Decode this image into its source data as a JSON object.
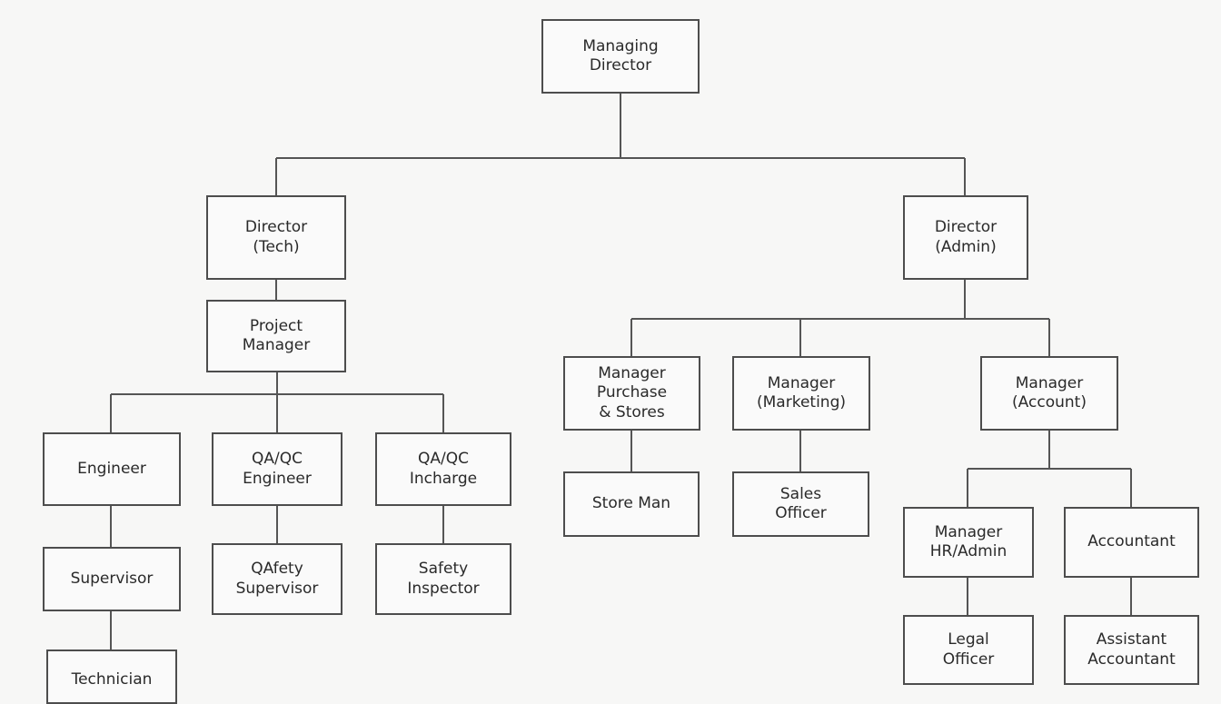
{
  "org_chart": {
    "nodes": {
      "managing_director": "Managing\nDirector",
      "director_tech": "Director\n(Tech)",
      "director_admin": "Director\n(Admin)",
      "project_manager": "Project\nManager",
      "engineer": "Engineer",
      "qaqc_engineer": "QA/QC\nEngineer",
      "qaqc_incharge": "QA/QC\nIncharge",
      "supervisor": "Supervisor",
      "qafety_supervisor": "QAfety\nSupervisor",
      "safety_inspector": "Safety\nInspector",
      "technician": "Technician",
      "manager_purchase_stores": "Manager\nPurchase\n& Stores",
      "manager_marketing": "Manager\n(Marketing)",
      "manager_account": "Manager\n(Account)",
      "store_man": "Store Man",
      "sales_officer": "Sales\nOfficer",
      "manager_hr_admin": "Manager\nHR/Admin",
      "accountant": "Accountant",
      "legal_officer": "Legal\nOfficer",
      "assistant_accountant": "Assistant\nAccountant"
    }
  }
}
